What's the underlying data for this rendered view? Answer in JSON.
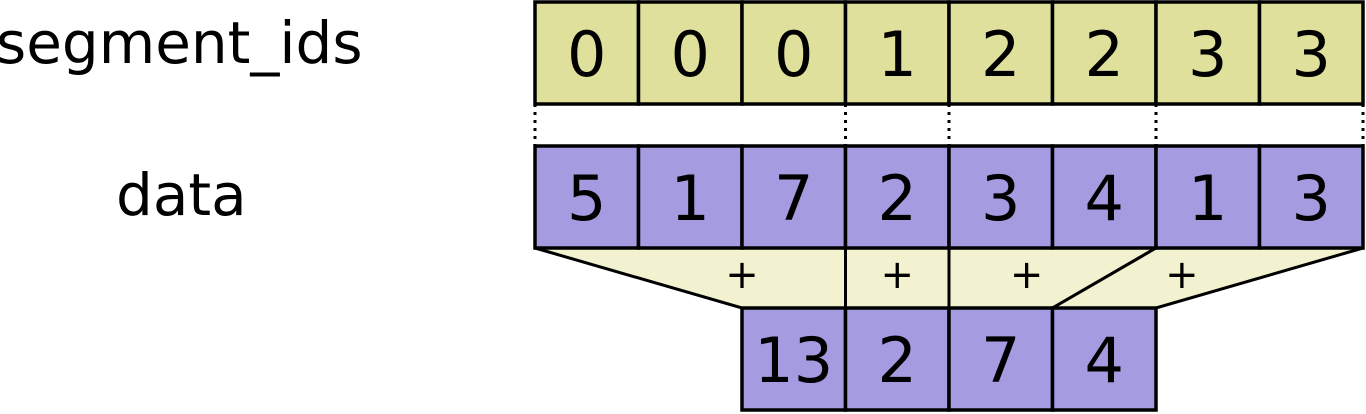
{
  "labels": {
    "segment_ids": "segment_ids",
    "data": "data"
  },
  "segment_ids": [
    "0",
    "0",
    "0",
    "1",
    "2",
    "2",
    "3",
    "3"
  ],
  "data": [
    "5",
    "1",
    "7",
    "2",
    "3",
    "4",
    "1",
    "3"
  ],
  "operator": "+",
  "result": [
    "13",
    "2",
    "7",
    "4"
  ],
  "colors": {
    "segment_fill": "#dfe09c",
    "data_fill": "#a49be0",
    "result_fill": "#a49be0",
    "funnel_fill": "#f2f2d0",
    "stroke": "#000000"
  }
}
